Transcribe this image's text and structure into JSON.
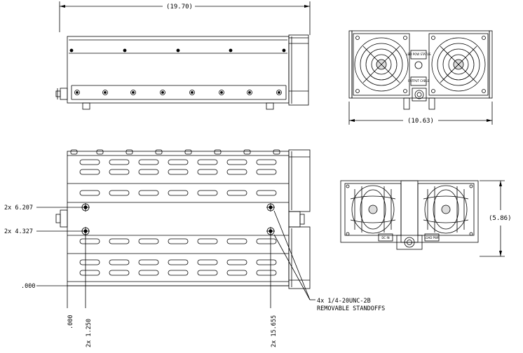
{
  "dimensions": {
    "top_width": "(19.70)",
    "front_width": "(10.63)",
    "rear_height": "(5.86)",
    "y_6207": "2x  6.207",
    "y_4327": "2x  4.327",
    "y_000": ".000",
    "x_000": ".000",
    "x_1250": "2x  1.250",
    "x_15655": "2x  15.655"
  },
  "callout": {
    "line1": "4x  1/4-20UNC-2B",
    "line2": "REMOVABLE STANDOFFS"
  },
  "front_view": {
    "label_upper": "LED POW STATUS",
    "label_lower": "OUTPUT CABLE"
  },
  "rear_view": {
    "label_left": "DC IN",
    "label_right": "LOAD PWR"
  }
}
